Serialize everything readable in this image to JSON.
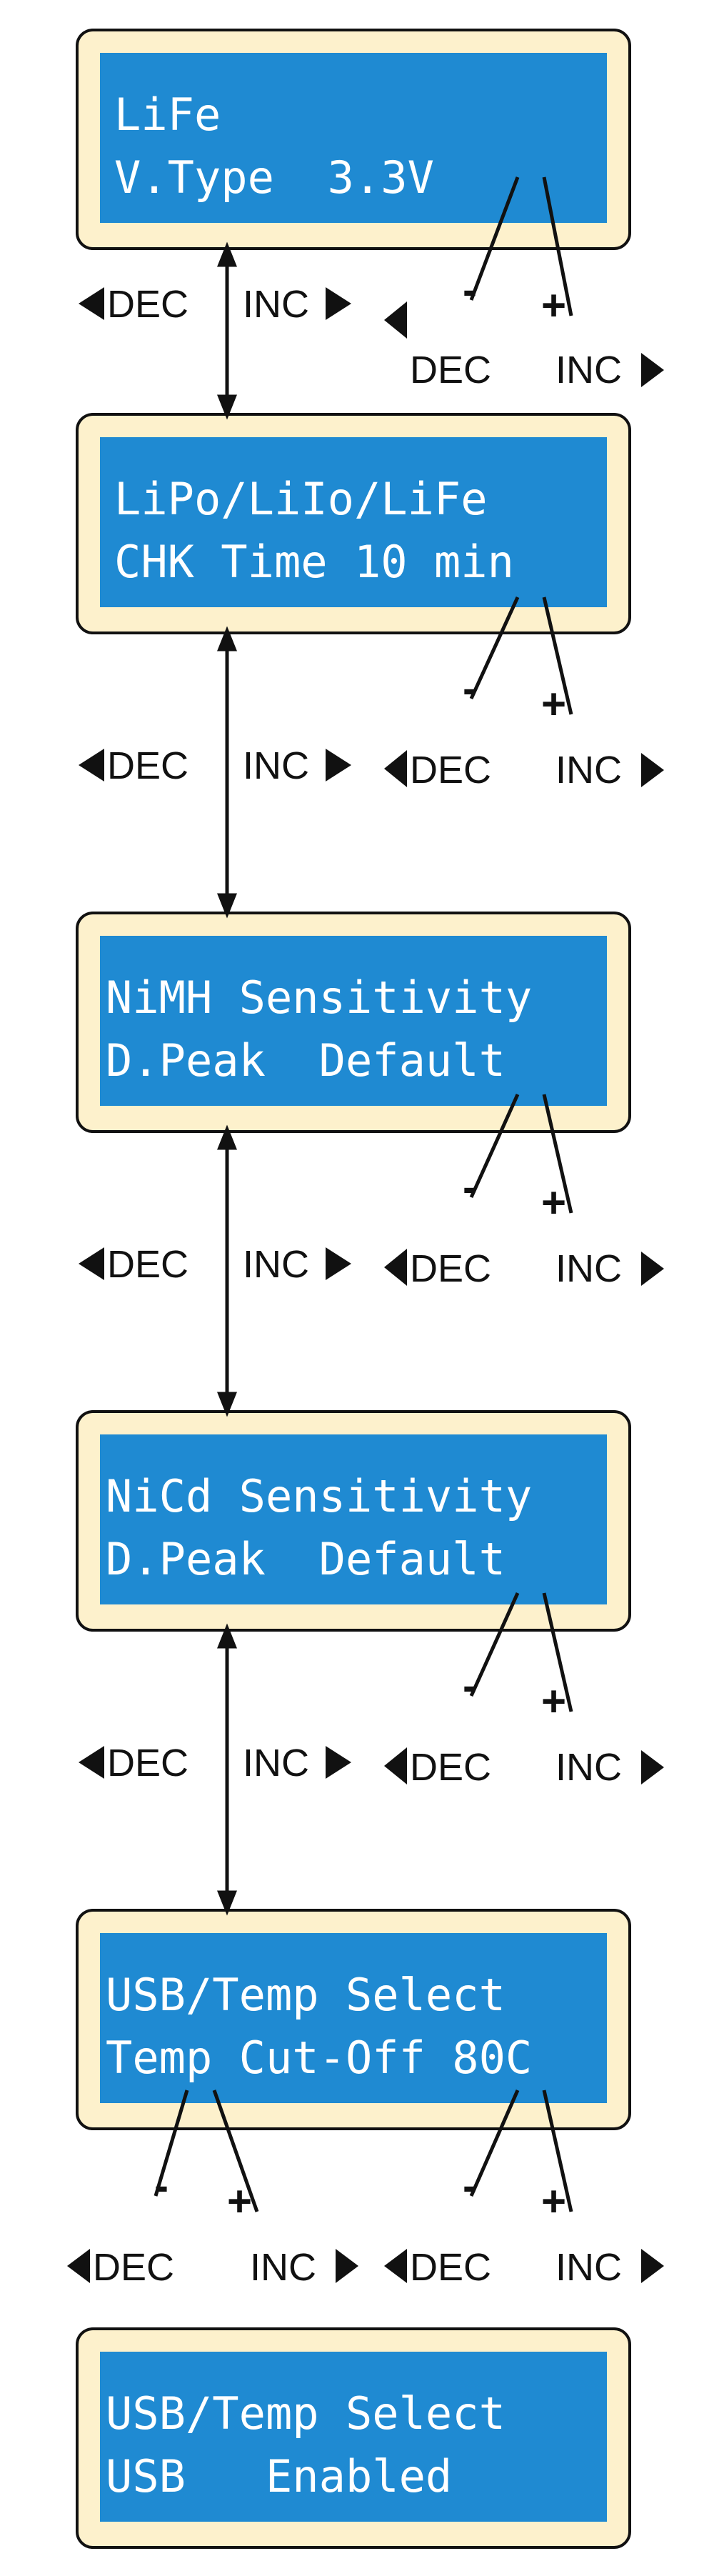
{
  "colors": {
    "bezel": "#fdf1cc",
    "screen": "#1f8ad2",
    "text": "#ffffff",
    "ink": "#111111"
  },
  "screens": [
    {
      "line1": "LiFe",
      "line2": "V.Type  3.3V"
    },
    {
      "line1": "LiPo/LiIo/LiFe",
      "line2": "CHK Time 10 min"
    },
    {
      "line1": "NiMH Sensitivity",
      "line2": "D.Peak  Default"
    },
    {
      "line1": "NiCd Sensitivity",
      "line2": "D.Peak  Default"
    },
    {
      "line1": "USB/Temp Select",
      "line2": "Temp Cut-Off 80C"
    },
    {
      "line1": "USB/Temp Select",
      "line2": "USB   Enabled"
    }
  ],
  "controls": {
    "dec": "DEC",
    "inc": "INC",
    "minus": "-",
    "plus": "+"
  }
}
